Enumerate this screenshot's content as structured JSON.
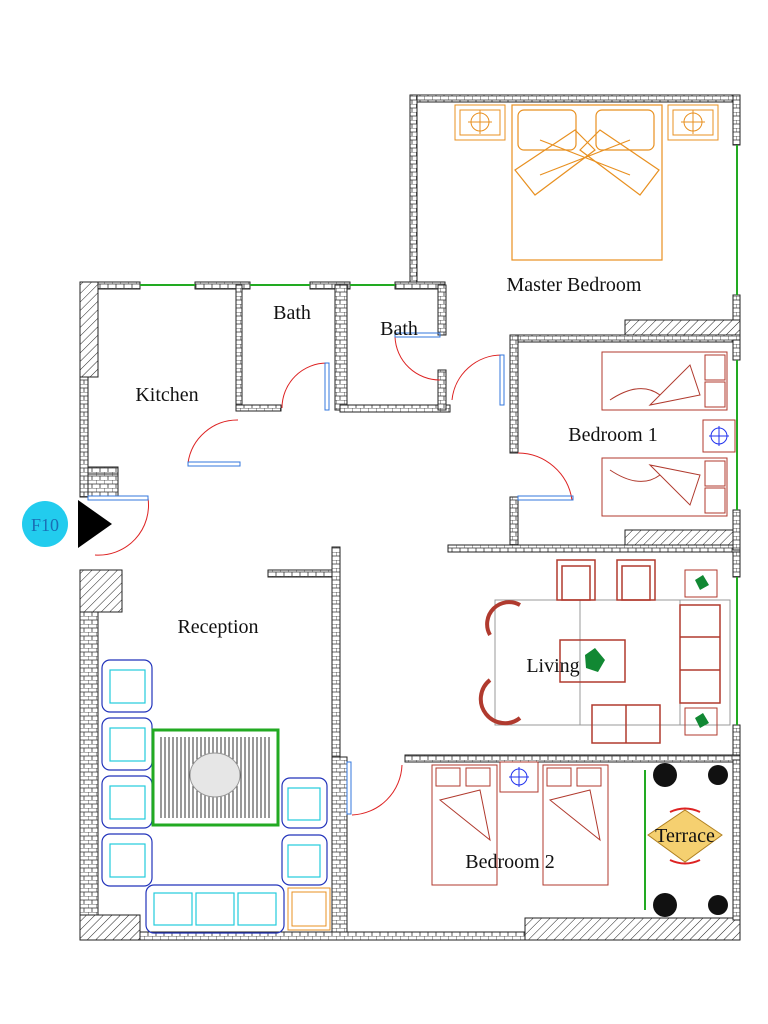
{
  "rooms": {
    "master_bedroom": "Master Bedroom",
    "bath_1": "Bath",
    "bath_2": "Bath",
    "kitchen": "Kitchen",
    "bedroom_1": "Bedroom 1",
    "reception": "Reception",
    "living": "Living",
    "bedroom_2": "Bedroom 2",
    "terrace": "Terrace"
  },
  "entrance_marker": "F10",
  "colors": {
    "wall": "#222222",
    "brick": "#444444",
    "window": "#22aa22",
    "door_swing": "#dd2222",
    "door_leaf": "#3377dd",
    "master_furniture": "#e89020",
    "bedroom_furniture": "#b03a2e",
    "reception_furniture": "#2233bb",
    "marker_fill": "#22ccee",
    "plant": "#118833"
  }
}
